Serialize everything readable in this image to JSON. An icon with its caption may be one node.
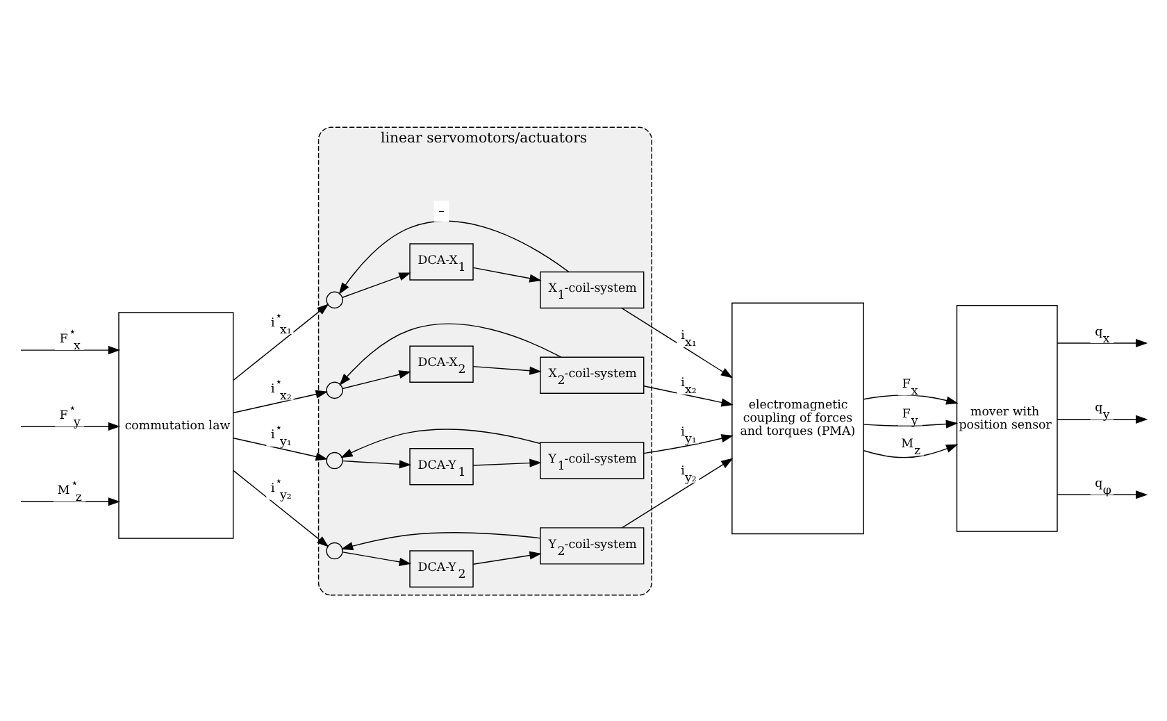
{
  "diagram": {
    "nodes": [
      {
        "text": [
          "commutation law"
        ]
      },
      {
        "text": [
          "linear servomotors/actuators"
        ]
      },
      {
        "text": [],
        "shape": "circle",
        "in": 1
      },
      {
        "text": [
          "DCA-X$_{1}$"
        ],
        "in": 1
      },
      {
        "text": [
          "X$_{1}$-coil-system"
        ],
        "in": 1
      },
      {
        "text": [],
        "shape": "circle",
        "in": 1
      },
      {
        "text": [
          "DCA-X$_{2}$"
        ],
        "in": 1
      },
      {
        "text": [
          "X$_{2}$-coil-system"
        ],
        "in": 1
      },
      {
        "text": [],
        "shape": "circle",
        "in": 1
      },
      {
        "text": [
          "DCA-Y$_{1}$"
        ],
        "in": 1
      },
      {
        "text": [
          "Y$_{1}$-coil-system"
        ],
        "in": 1
      },
      {
        "text": [],
        "shape": "circle",
        "in": 1
      },
      {
        "text": [
          "DCA-Y$_{2}$"
        ],
        "in": 1
      },
      {
        "text": [
          "Y$_{2}$-coil-system"
        ],
        "in": 1
      },
      {
        "text": [
          "electromagnetic coupling of forces and torques (PMA)"
        ]
      },
      {
        "text": [
          "mover with position sensor"
        ]
      }
    ],
    "edges": [
      {
        "from": null,
        "to": 0,
        "arrow": "to",
        "label": "F$^{⋆}$$_{x}$"
      },
      {
        "from": null,
        "to": 0,
        "arrow": "to",
        "label": "F$^{⋆}$$_{y}$"
      },
      {
        "from": null,
        "to": 0,
        "arrow": "to",
        "label": "M$^{⋆}$$_{z}$"
      },
      {
        "from": 0,
        "to": 2,
        "arrow": "to",
        "label": "i$^{⋆}$$_{x₁}$"
      },
      {
        "from": 2,
        "to": 3,
        "arrow": "to"
      },
      {
        "from": 3,
        "to": 4,
        "arrow": "to"
      },
      {
        "from": 4,
        "to": 14,
        "arrow": "to",
        "label": "i$_{x₁}$"
      },
      {
        "from": 4,
        "to": 2,
        "arrow": "to",
        "label": "–"
      },
      {
        "from": 0,
        "to": 5,
        "arrow": "to",
        "label": "i$^{⋆}$$_{x₂}$"
      },
      {
        "from": 5,
        "to": 6,
        "arrow": "to"
      },
      {
        "from": 6,
        "to": 7,
        "arrow": "to"
      },
      {
        "from": 7,
        "to": 14,
        "arrow": "to",
        "label": "i$_{x₂}$"
      },
      {
        "from": 7,
        "to": 5,
        "arrow": "to"
      },
      {
        "from": 0,
        "to": 8,
        "arrow": "to",
        "label": "i$^{⋆}$$_{y₁}$"
      },
      {
        "from": 8,
        "to": 9,
        "arrow": "to"
      },
      {
        "from": 9,
        "to": 10,
        "arrow": "to"
      },
      {
        "from": 10,
        "to": 14,
        "arrow": "to",
        "label": "i$_{y₁}$"
      },
      {
        "from": 10,
        "to": 8,
        "arrow": "to"
      },
      {
        "from": 0,
        "to": 11,
        "arrow": "to",
        "label": "i$^{⋆}$$_{y₂}$"
      },
      {
        "from": 11,
        "to": 12,
        "arrow": "to"
      },
      {
        "from": 12,
        "to": 13,
        "arrow": "to"
      },
      {
        "from": 13,
        "to": 14,
        "arrow": "to",
        "label": "i$_{y₂}$"
      },
      {
        "from": 13,
        "to": 11,
        "arrow": "to"
      },
      {
        "from": 14,
        "to": 15,
        "arrow": "to",
        "label": "F$_{x}$"
      },
      {
        "from": 14,
        "to": 15,
        "arrow": "to",
        "label": "F$_{y}$"
      },
      {
        "from": 14,
        "to": 15,
        "arrow": "to",
        "label": "M$_{z}$"
      },
      {
        "from": 15,
        "to": null,
        "arrow": "to",
        "label": "q$_{x}$"
      },
      {
        "from": 15,
        "to": null,
        "arrow": "to",
        "label": "q$_{y}$"
      },
      {
        "from": 15,
        "to": null,
        "arrow": "to",
        "label": "q$_{φ}$"
      }
    ]
  }
}
